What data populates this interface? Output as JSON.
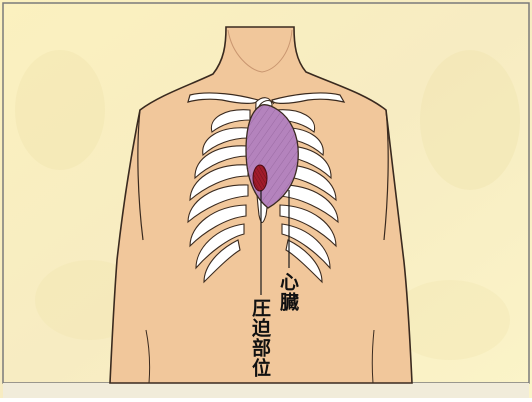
{
  "labels": {
    "heart": "心臓",
    "compression_site": "圧迫部位"
  },
  "colors": {
    "background": "#fbf3c4",
    "skin": "#f1c79b",
    "skin_outline": "#3a2a1f",
    "heart": "#b483bd",
    "heart_dark": "#8d5c9a",
    "compression_mark": "#a11b2b",
    "bone": "#ffffff"
  },
  "icons": {
    "torso": "human-torso-illustration",
    "ribcage": "ribcage-illustration",
    "heart": "heart-illustration",
    "compression_mark": "compression-site-marker"
  }
}
